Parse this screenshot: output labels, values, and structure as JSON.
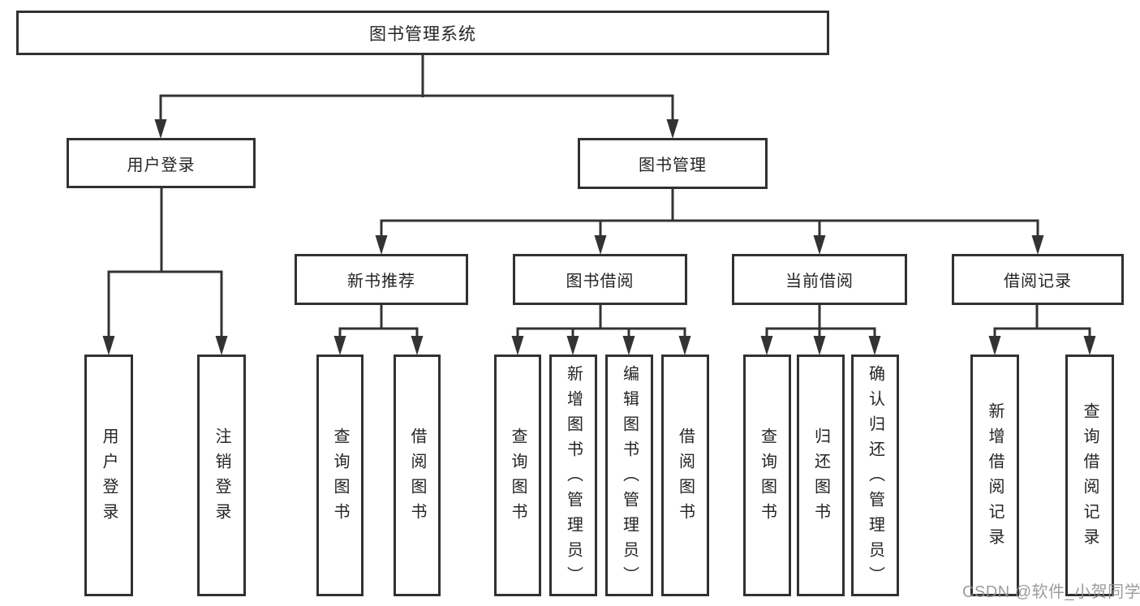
{
  "diagram_title": "图书管理系统",
  "nodes": {
    "root": {
      "label": "图书管理系统"
    },
    "user_login": {
      "label": "用户登录",
      "children": [
        {
          "label": "用户登录"
        },
        {
          "label": "注销登录"
        }
      ]
    },
    "book_mgmt": {
      "label": "图书管理",
      "children": [
        {
          "label": "新书推荐",
          "children": [
            {
              "label": "查询图书"
            },
            {
              "label": "借阅图书"
            }
          ]
        },
        {
          "label": "图书借阅",
          "children": [
            {
              "label": "查询图书"
            },
            {
              "label": "新增图书（管理员）"
            },
            {
              "label": "编辑图书（管理员）"
            },
            {
              "label": "借阅图书"
            }
          ]
        },
        {
          "label": "当前借阅",
          "children": [
            {
              "label": "查询图书"
            },
            {
              "label": "归还图书"
            },
            {
              "label": "确认归还（管理员）"
            }
          ]
        },
        {
          "label": "借阅记录",
          "children": [
            {
              "label": "新增借阅记录"
            },
            {
              "label": "查询借阅记录"
            }
          ]
        }
      ]
    }
  },
  "watermark": {
    "text": "CSDN @软件_小贺同学"
  },
  "colors": {
    "line": "#333333",
    "box_border": "#313131",
    "text": "#242424",
    "watermark": "#919191",
    "background": "#ffffff"
  }
}
